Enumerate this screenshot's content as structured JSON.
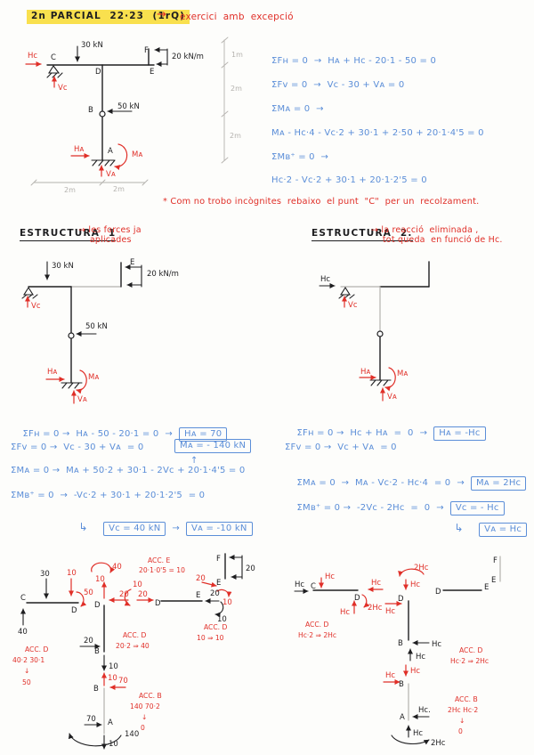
{
  "colors": {
    "black": "#1e1e20",
    "red": "#e02f28",
    "blue": "#5b8ed8",
    "gray": "#b4b2ae",
    "highlight": "#f9e04e",
    "paper": "#fdfdfb"
  },
  "header": {
    "title": "2n PARCIAL  22·23  (1rQ)",
    "arrow": "→",
    "note": "exercici  amb  excepció"
  },
  "sym": {
    "ha": "Hᴀ",
    "hc": "Hᴄ",
    "hc_dot": "Hᴄ.",
    "va": "Vᴀ",
    "vc": "Vᴄ",
    "ma": "Mᴀ",
    "two_hc": "2Hᴄ"
  },
  "pts": {
    "a": "A",
    "b": "B",
    "c": "C",
    "d": "D",
    "e": "E",
    "f": "F"
  },
  "num": {
    "n10": "10",
    "n20": "20",
    "n30": "30",
    "n40": "40",
    "n50": "50",
    "n70": "70",
    "n140": "140"
  },
  "loads": {
    "kn30": "30 kN",
    "kn50": "50 kN",
    "knm20": "20 kN/m"
  },
  "dims": {
    "m1": "1m",
    "m2": "2m"
  },
  "global_eqs": {
    "l1": "ΣFʜ = 0  →  Hᴀ + Hᴄ - 20·1 - 50 = 0",
    "l2": "ΣFᴠ = 0  →  Vᴄ - 30 + Vᴀ = 0",
    "l3": "ΣMᴀ = 0  →",
    "l4": "Mᴀ - Hᴄ·4 - Vᴄ·2 + 30·1 + 2·50 + 20·1·4'5 = 0",
    "l5": "ΣMʙ⁺ = 0  →",
    "l6": "Hᴄ·2 - Vᴄ·2 + 30·1 + 20·1·2'5 = 0"
  },
  "reduction_note": "* Com no trobo incògnites  rebaixo  el punt  \"C\"  per un  recolzament.",
  "est1": {
    "heading": "ESTRUCTURA  1",
    "note": "→ les forces ja\n    aplicades",
    "eq1": "ΣFʜ = 0 →  Hᴀ - 50 - 20·1 = 0",
    "eq1_arrow": "→",
    "eq1_box": "Hᴀ = 70",
    "eq2": "ΣFᴠ = 0 →  Vᴄ - 30 + Vᴀ  = 0",
    "eq2_box": "Mᴀ = - 140 kN",
    "eq2_mark": "↑",
    "eq3": "ΣMᴀ = 0 →  Mᴀ + 50·2 + 30·1 - 2Vᴄ + 20·1·4'5 = 0",
    "eq4": "ΣMʙ⁺ = 0  →  -Vᴄ·2 + 30·1 + 20·1·2'5  = 0",
    "eq5_lead": "↳",
    "eq5_box1": "Vᴄ = 40 kN",
    "eq5_arrow": "→",
    "eq5_box2": "Vᴀ = -10 kN"
  },
  "est2": {
    "heading": "ESTRUCTURA  2.",
    "note": "→ la reacció  eliminada ,\n    tot queda  en funció de Hᴄ.",
    "eq1": "ΣFʜ = 0 →  Hᴄ + Hᴀ  =  0",
    "eq1_arrow": "→",
    "eq1_box": "Hᴀ = -Hᴄ",
    "eq2": "ΣFᴠ = 0 →  Vᴄ + Vᴀ  = 0",
    "eq3": "ΣMᴀ = 0  →  Mᴀ - Vᴄ·2 - Hᴄ·4  = 0",
    "eq3_arrow": "→",
    "eq3_box": "Mᴀ = 2Hᴄ",
    "eq4": "ΣMʙ⁺ = 0 →  -2Vᴄ - 2Hᴄ  =  0",
    "eq4_arrow": "→",
    "eq4_box": "Vᴄ = - Hᴄ",
    "eq5_lead": "↳",
    "eq5_box": "Vᴀ = Hᴄ"
  },
  "fbd_left": {
    "acc_d_left": {
      "t": "ACC. D",
      "l1": "40·2    30·1",
      "l2": "↓",
      "l3": "50"
    },
    "acc_e": {
      "t": "ACC. E",
      "l1": "20·1·0'5 = 10"
    },
    "acc_d_col": {
      "t": "ACC. D",
      "l1": "20·2  ⇒  40"
    },
    "acc_d_right": {
      "t": "ACC. D",
      "l1": "10  ⇒  10"
    },
    "acc_b": {
      "t": "ACC. B",
      "l1": "140    70·2",
      "l2": "↓",
      "l3": "0"
    }
  },
  "fbd_right": {
    "acc_d_cd": {
      "t": "ACC. D",
      "l1": "Hᴄ·2  ⇒  2Hᴄ"
    },
    "acc_d_col": {
      "t": "ACC. D",
      "l1": "Hᴄ·2  ⇒  2Hᴄ"
    },
    "acc_b": {
      "t": "ACC. B",
      "l1": "2Hᴄ    Hᴄ·2",
      "l2": "↓",
      "l3": "0"
    }
  }
}
